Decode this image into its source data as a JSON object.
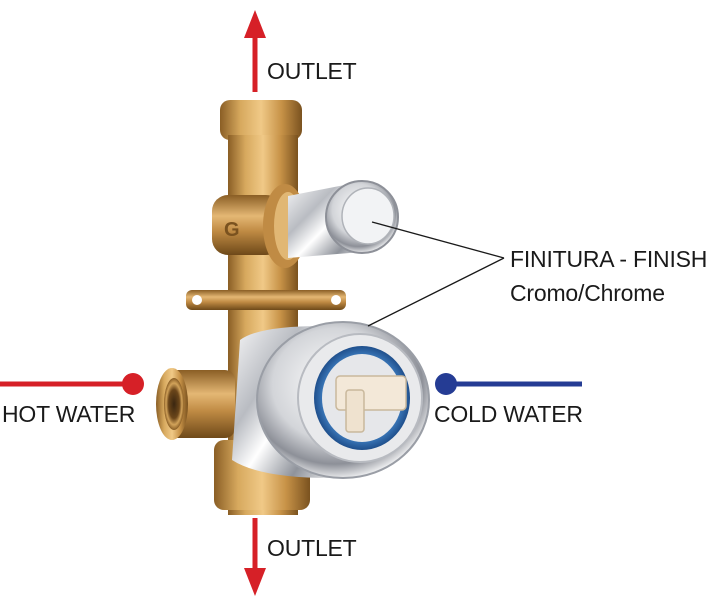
{
  "labels": {
    "outlet_top": "OUTLET",
    "outlet_bottom": "OUTLET",
    "hot_water": "HOT WATER",
    "cold_water": "COLD WATER",
    "finish_title": "FINITURA - FINISH",
    "finish_value": "Cromo/Chrome"
  },
  "colors": {
    "hot": "#d62027",
    "cold": "#253c94",
    "brass": "#c7964c",
    "chrome": "#d9dadd"
  },
  "icons": {
    "outlet_arrows": "arrow-icon",
    "inlet_markers": "dot-line-icon"
  }
}
